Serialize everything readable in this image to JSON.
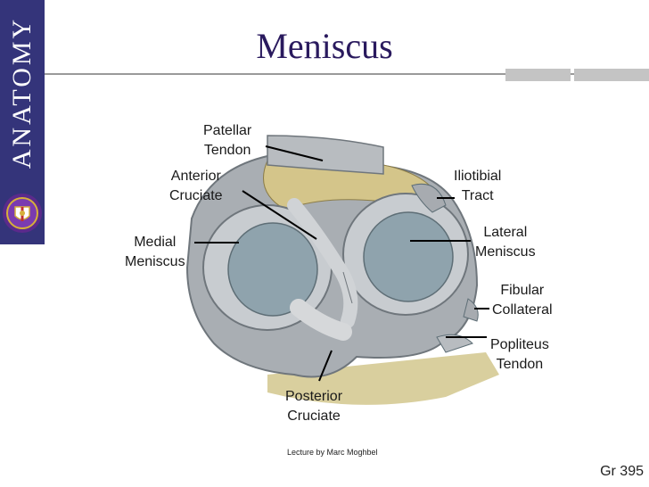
{
  "sidebar": {
    "text": "ANATOMY",
    "bg_color": "#34347a"
  },
  "title": "Meniscus",
  "labels": {
    "patellar_tendon": [
      "Patellar",
      "Tendon"
    ],
    "anterior_cruciate": [
      "Anterior",
      "Cruciate"
    ],
    "medial_meniscus": [
      "Medial",
      "Meniscus"
    ],
    "iliotibial_tract": [
      "Iliotibial",
      "Tract"
    ],
    "lateral_meniscus": [
      "Lateral",
      "Meniscus"
    ],
    "fibular_collateral": [
      "Fibular",
      "Collateral"
    ],
    "popliteus_tendon": [
      "Popliteus",
      "Tendon"
    ],
    "posterior_cruciate": [
      "Posterior",
      "Cruciate"
    ]
  },
  "footer": "Lecture by Marc Moghbel",
  "reference": "Gr 395",
  "colors": {
    "title": "#2a1a5e",
    "tissue_gray": "#a9aeb3",
    "meniscus_blue": "#8fa3ad",
    "bone_yellow": "#d4c58a"
  }
}
